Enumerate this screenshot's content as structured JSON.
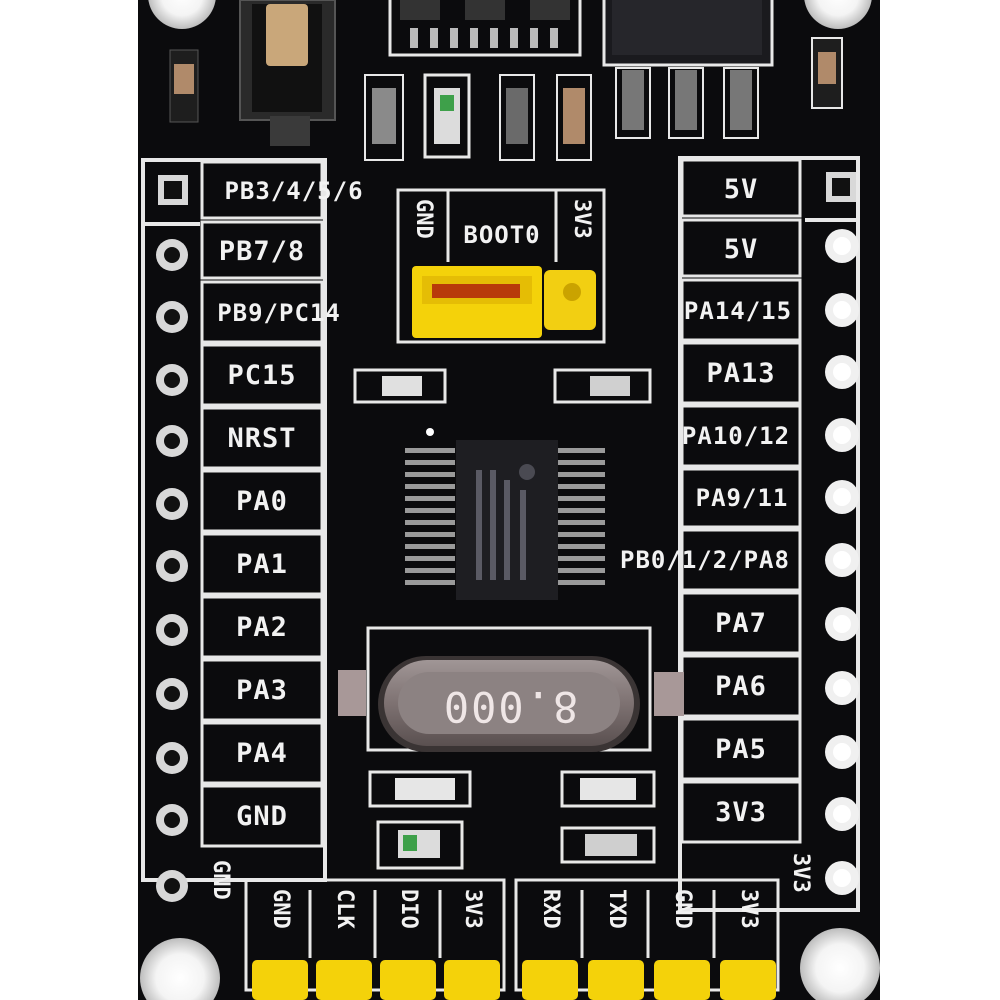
{
  "board": {
    "left_header": {
      "labels": [
        "PB3/4/5/6",
        "PB7/8",
        "PB9/PC14",
        "PC15",
        "NRST",
        "PA0",
        "PA1",
        "PA2",
        "PA3",
        "PA4",
        "GND"
      ],
      "vertical_label": "GND"
    },
    "right_header": {
      "labels": [
        "5V",
        "5V",
        "PA14/15",
        "PA13",
        "PA10/12",
        "PA9/11",
        "PB0/1/2/PA8",
        "PA7",
        "PA6",
        "PA5",
        "3V3"
      ],
      "vertical_label": "3V3"
    },
    "boot_jumper": {
      "center_label": "BOOT0",
      "left_label": "GND",
      "right_label": "3V3"
    },
    "bottom_left_header": {
      "labels": [
        "GND",
        "CLK",
        "DIO",
        "3V3"
      ]
    },
    "bottom_right_header": {
      "labels": [
        "RXD",
        "TXD",
        "GND",
        "3V3"
      ]
    },
    "crystal_text": "8.000"
  },
  "colors": {
    "pcb": "#0b0b0d",
    "silkscreen": "#f2f2f2",
    "jumper": "#f4d20a",
    "chip": "#1e1e22",
    "crystal": "#8c8282",
    "background": "#ffffff"
  }
}
